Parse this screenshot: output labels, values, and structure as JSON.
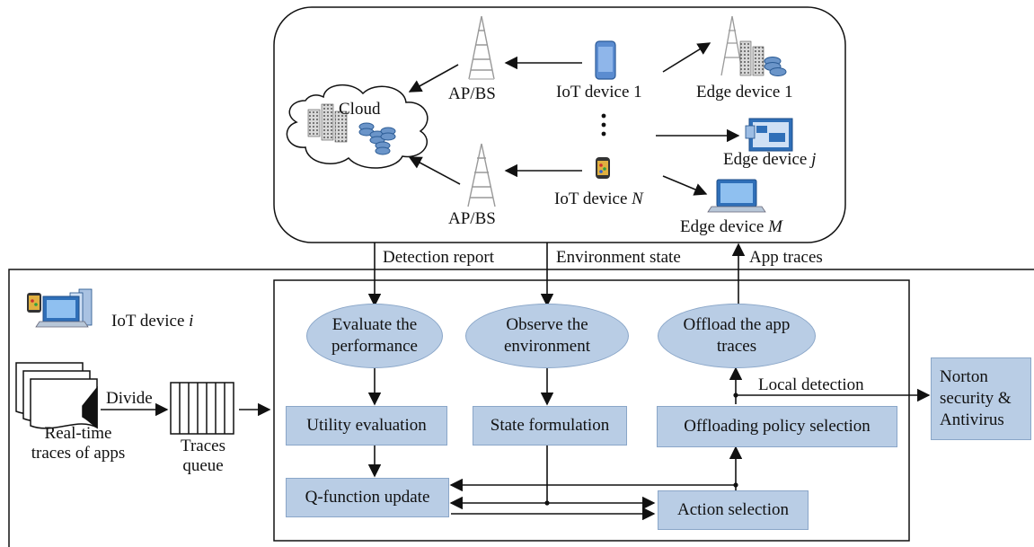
{
  "top_network": {
    "cloud_label": "Cloud",
    "ap_label_top": "AP/BS",
    "ap_label_bottom": "AP/BS",
    "iot_device_1": "IoT device 1",
    "iot_device_n_prefix": "IoT device ",
    "iot_device_n_var": "N",
    "edge_device_1": "Edge device 1",
    "edge_device_j_prefix": "Edge device ",
    "edge_device_j_var": "j",
    "edge_device_m_prefix": "Edge device ",
    "edge_device_m_var": "M"
  },
  "links": {
    "detection_report": "Detection report",
    "environment_state": "Environment state",
    "app_traces": "App traces"
  },
  "iot_local": {
    "device_prefix": "IoT device ",
    "device_var": "i",
    "divide": "Divide",
    "realtime_line1": "Real-time",
    "realtime_line2": "traces of apps",
    "queue_line1": "Traces",
    "queue_line2": "queue"
  },
  "process": {
    "evaluate": "Evaluate the\nperformance",
    "observe": "Observe the\nenvironment",
    "offload": "Offload the app\ntraces",
    "utility": "Utility evaluation",
    "state": "State formulation",
    "policy": "Offloading policy selection",
    "qfunction": "Q-function update",
    "action": "Action selection",
    "local_detection": "Local detection"
  },
  "norton": {
    "line1": "Norton",
    "line2": "security &",
    "line3": "Antivirus"
  },
  "colors": {
    "box_fill": "#b9cde5",
    "line": "#111111"
  }
}
